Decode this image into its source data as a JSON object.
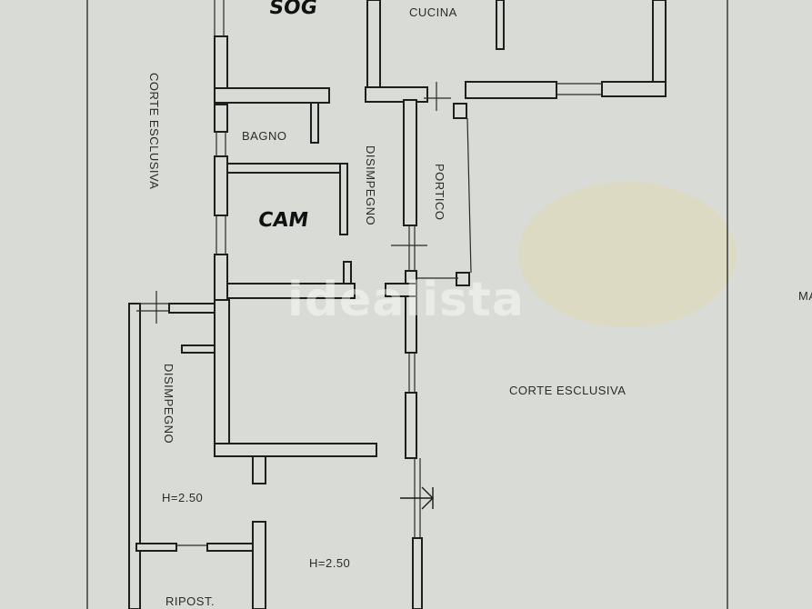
{
  "rooms": {
    "sog": "SOG",
    "cucina": "CUCINA",
    "bagno": "BAGNO",
    "cam": "CAM",
    "disimpegno_upper": "DISIMPEGNO",
    "portico": "PORTICO",
    "corte_left": "CORTE ESCLUSIVA",
    "corte_right": "CORTE ESCLUSIVA",
    "disimpegno_lower": "DISIMPEGNO",
    "ripost": "RIPOST.",
    "height_left": "H=2.50",
    "height_right": "H=2.50",
    "edge_right": "MA"
  },
  "watermark": "idealista",
  "colors": {
    "paper": "#d9dcd6",
    "wall": "#222222",
    "line": "#3a3a3a",
    "stain": "#e6d9b0"
  }
}
